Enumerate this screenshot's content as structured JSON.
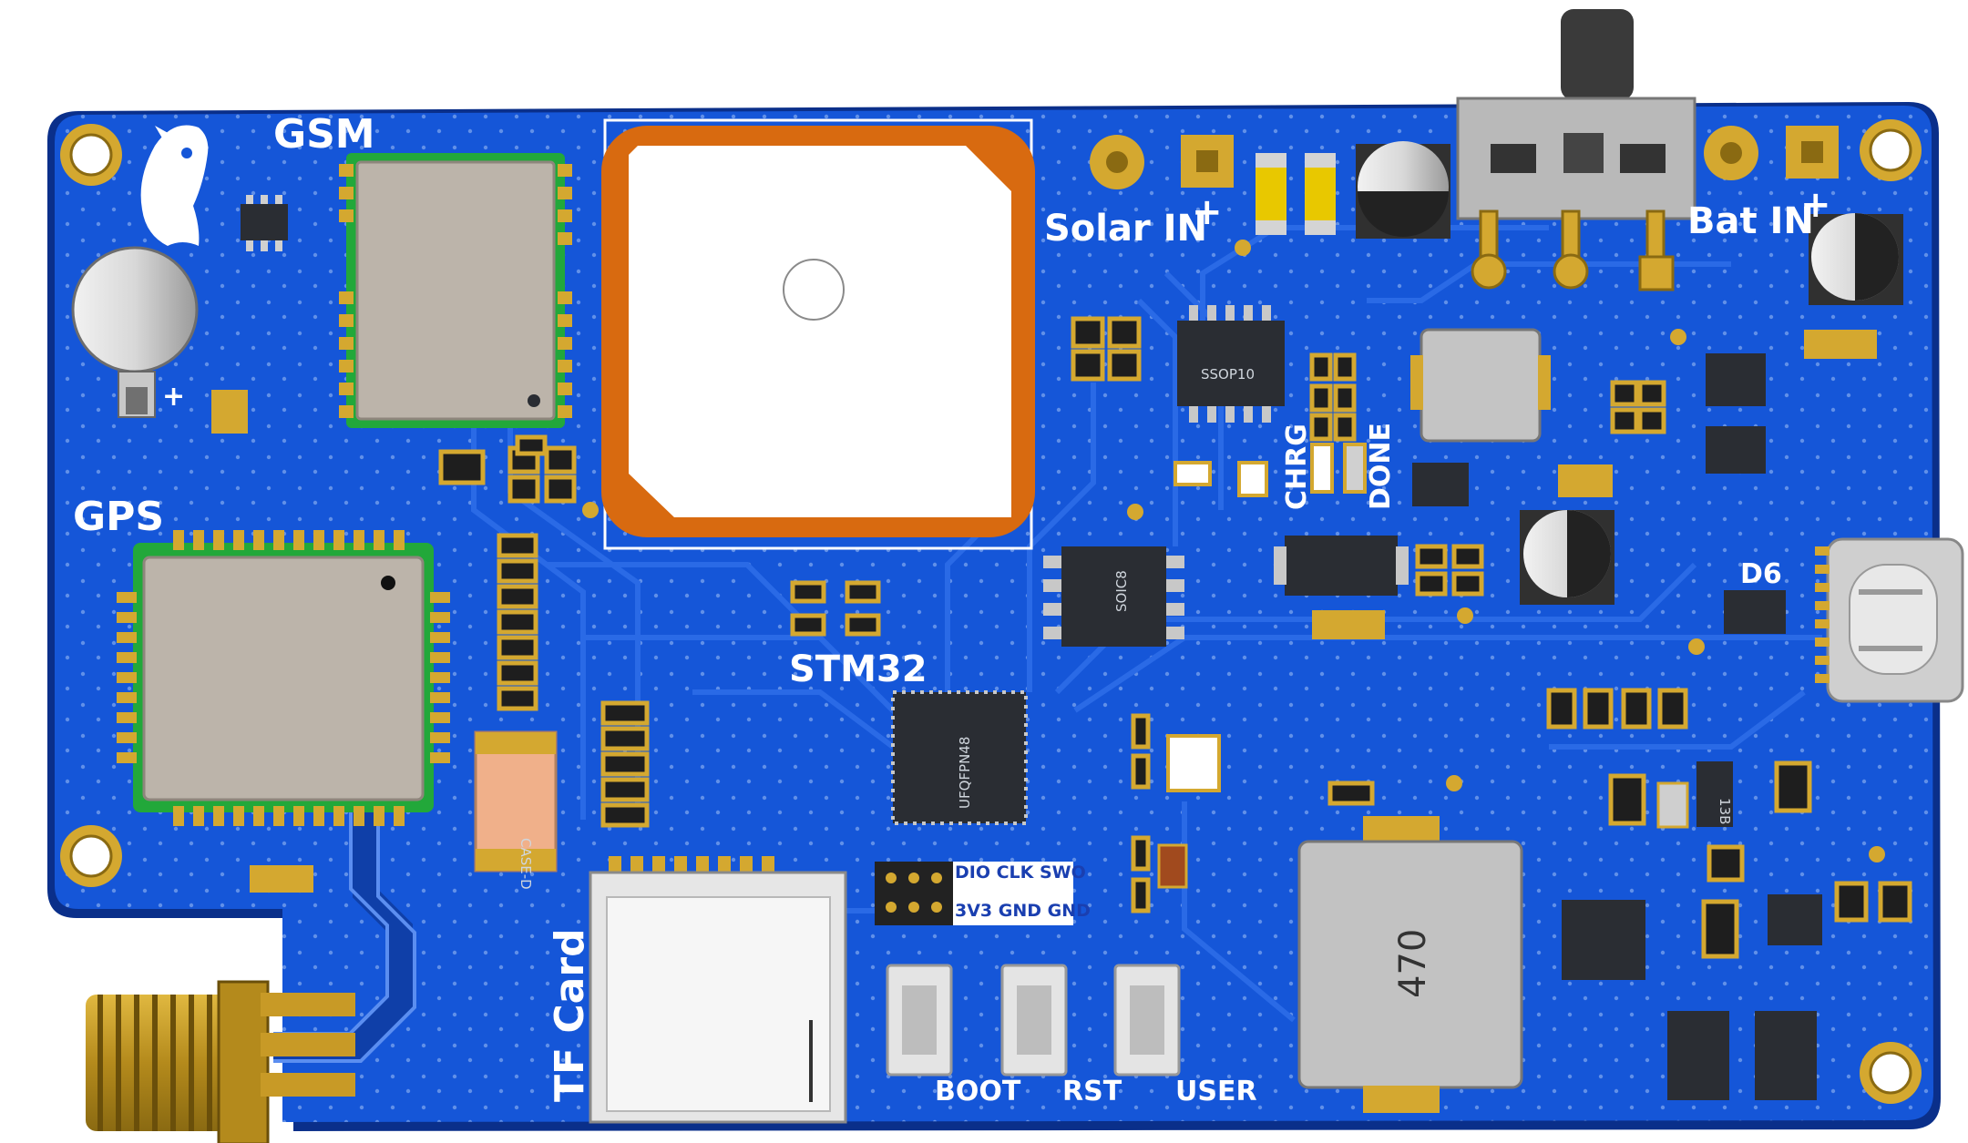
{
  "board": {
    "colors": {
      "pcb": "#1556d8",
      "pcb_edge": "#0a2f8a",
      "copper": "#c8a02a",
      "silk": "#ffffff",
      "gps_antenna_ring": "#d86a10",
      "chip": "#2a2d33",
      "module_shield": "#bcb4aa",
      "module_pcb": "#22a83a"
    },
    "labels": {
      "gsm": "GSM",
      "gps": "GPS",
      "solar_in": "Solar IN",
      "bat_in": "Bat IN",
      "plus": "+",
      "stm32": "STM32",
      "tf_card": "TF Card",
      "chrg": "CHRG",
      "done": "DONE",
      "boot": "BOOT",
      "rst": "RST",
      "user": "USER",
      "d6": "D6",
      "inductor_value": "470"
    },
    "swd_header": {
      "top_row": "DIO CLK SWO",
      "bottom_row": "3V3 GND GND"
    },
    "chip_marks": {
      "ssop10": "SSOP10",
      "soic8": "SOIC8",
      "mcu": "UFQFPN48",
      "case_d": "CASE-D",
      "diode_13b": "13B"
    }
  }
}
